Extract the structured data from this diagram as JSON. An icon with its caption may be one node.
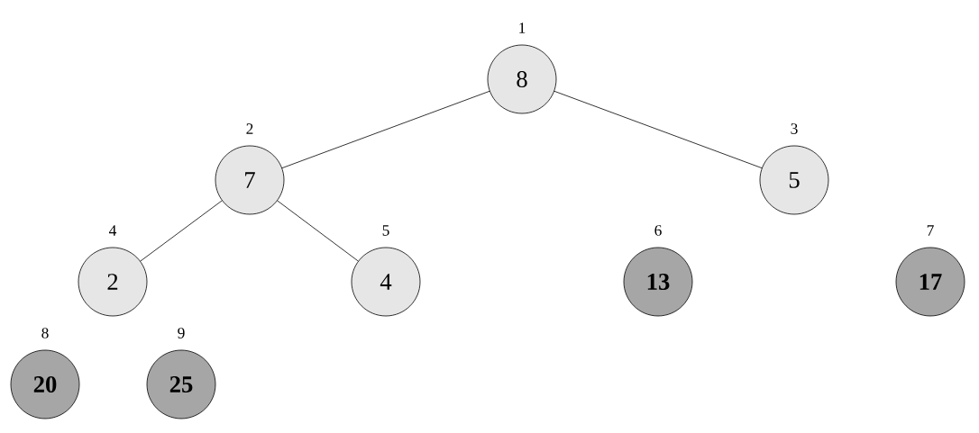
{
  "diagram": {
    "nodes": [
      {
        "text": [
          "8"
        ],
        "beside": [
          "1"
        ]
      },
      {
        "text": [
          "7"
        ],
        "beside": [
          "2"
        ]
      },
      {
        "text": [
          "5"
        ],
        "beside": [
          "3"
        ]
      },
      {
        "text": [
          "2"
        ],
        "beside": [
          "4"
        ]
      },
      {
        "text": [
          "4"
        ],
        "beside": [
          "5"
        ]
      },
      {
        "text": [
          "13"
        ],
        "beside": [
          "6"
        ]
      },
      {
        "text": [
          "17"
        ],
        "beside": [
          "7"
        ]
      },
      {
        "text": [
          "20"
        ],
        "beside": [
          "8"
        ]
      },
      {
        "text": [
          "25"
        ],
        "beside": [
          "9"
        ]
      }
    ],
    "edges": [
      {
        "from": 0,
        "to": 1,
        "arrow": "none"
      },
      {
        "from": 0,
        "to": 2,
        "arrow": "none"
      },
      {
        "from": 1,
        "to": 3,
        "arrow": "none"
      },
      {
        "from": 1,
        "to": 4,
        "arrow": "none"
      }
    ]
  }
}
